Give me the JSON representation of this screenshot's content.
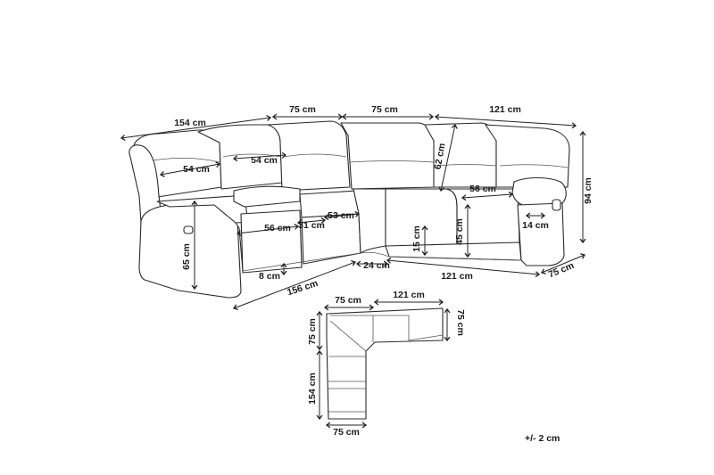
{
  "dimensions": {
    "top_left_width": "154 cm",
    "top_seg1": "75 cm",
    "top_seg2": "75 cm",
    "top_right_width": "121 cm",
    "height_total": "94 cm",
    "seat_width_left": "54 cm",
    "seat_width_console": "54 cm",
    "back_height": "62 cm",
    "seat_width_right": "56 cm",
    "armrest_height": "65 cm",
    "seat_depth_left": "56 cm",
    "console_width": "31 cm",
    "seat_depth_mid": "53 cm",
    "leg_height": "15 cm",
    "seat_height": "45 cm",
    "armrest_width": "14 cm",
    "footrest_clearance": "8 cm",
    "front_gap": "24 cm",
    "bottom_front_left": "156 cm",
    "bottom_front_right": "121 cm",
    "depth_right": "75 cm"
  },
  "plan": {
    "top_left": "75 cm",
    "top_right": "121 cm",
    "right_depth": "75 cm",
    "left_corner": "75 cm",
    "left_length": "154 cm",
    "bottom_width": "75 cm"
  },
  "tolerance": "+/- 2 cm"
}
